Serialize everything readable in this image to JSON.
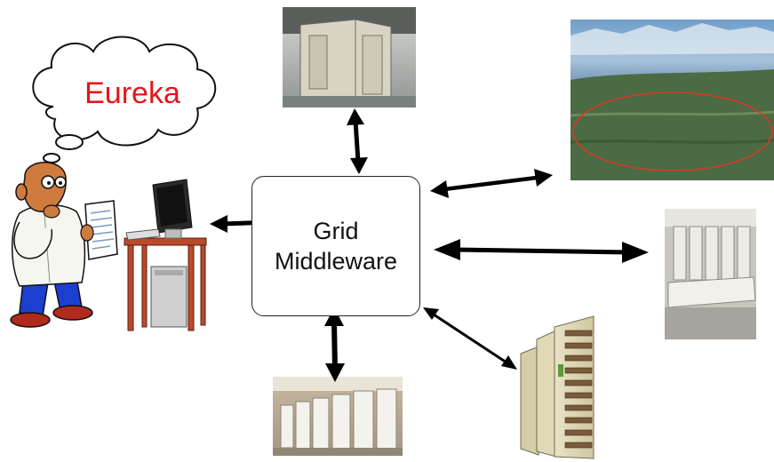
{
  "thought_bubble": {
    "text": "Eureka"
  },
  "middleware": {
    "line1": "Grid",
    "line2": "Middleware"
  },
  "colors": {
    "eureka_red": "#e8141c",
    "arrow": "#000000",
    "box_border": "#222222"
  },
  "icons": {
    "scientist": "scientist-icon",
    "workstation": "workstation-icon",
    "supercomputer": "supercomputer-icon",
    "accelerator": "accelerator-ring-image",
    "compute_cluster": "compute-cluster-icon",
    "data_center": "data-center-icon",
    "tape_storage": "tape-storage-icon"
  }
}
